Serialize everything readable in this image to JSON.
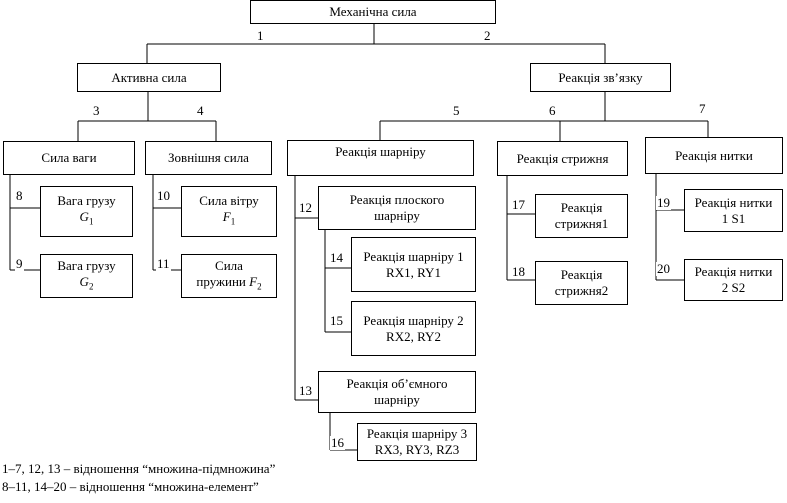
{
  "nodes": {
    "root": "Механічна сила",
    "active": "Активна сила",
    "reaction": "Реакція зв’язку",
    "gravity": "Сила ваги",
    "external": "Зовнішня сила",
    "hinge": "Реакція шарніру",
    "rod": "Реакція стрижня",
    "thread": "Реакція нитки",
    "weight1": {
      "line1": "Вага грузу",
      "symbol": "G",
      "sub": "1"
    },
    "weight2": {
      "line1": "Вага грузу",
      "symbol": "G",
      "sub": "2"
    },
    "wind": {
      "line1": "Сила вітру",
      "symbol": "F",
      "sub": "1"
    },
    "spring": {
      "line1": "Сила",
      "line2": "пружини",
      "symbol": "F",
      "sub": "2"
    },
    "flat_hinge": {
      "line1": "Реакція плоского",
      "line2": "шарніру"
    },
    "hinge1": {
      "line1": "Реакція шарніру 1",
      "line2": "RX1, RY1"
    },
    "hinge2": {
      "line1": "Реакція шарніру 2",
      "line2": "RX2, RY2"
    },
    "volume_hinge": {
      "line1": "Реакція об’ємного",
      "line2": "шарніру"
    },
    "hinge3": {
      "line1": "Реакція шарніру 3",
      "line2": "RX3, RY3, RZ3"
    },
    "rod1": {
      "line1": "Реакція",
      "line2": "стрижня1"
    },
    "rod2": {
      "line1": "Реакція",
      "line2": "стрижня2"
    },
    "thread1": {
      "line1": "Реакція нитки",
      "line2": "1 S1"
    },
    "thread2": {
      "line1": "Реакція нитки",
      "line2": "2 S2"
    }
  },
  "edge_labels": [
    "1",
    "2",
    "3",
    "4",
    "5",
    "6",
    "7",
    "8",
    "9",
    "10",
    "11",
    "12",
    "13",
    "14",
    "15",
    "16",
    "17",
    "18",
    "19",
    "20"
  ],
  "legend": {
    "line1": "1–7, 12, 13 – відношення “множина-підмножина”",
    "line2": "8–11, 14–20 – відношення “множина-елемент”"
  }
}
